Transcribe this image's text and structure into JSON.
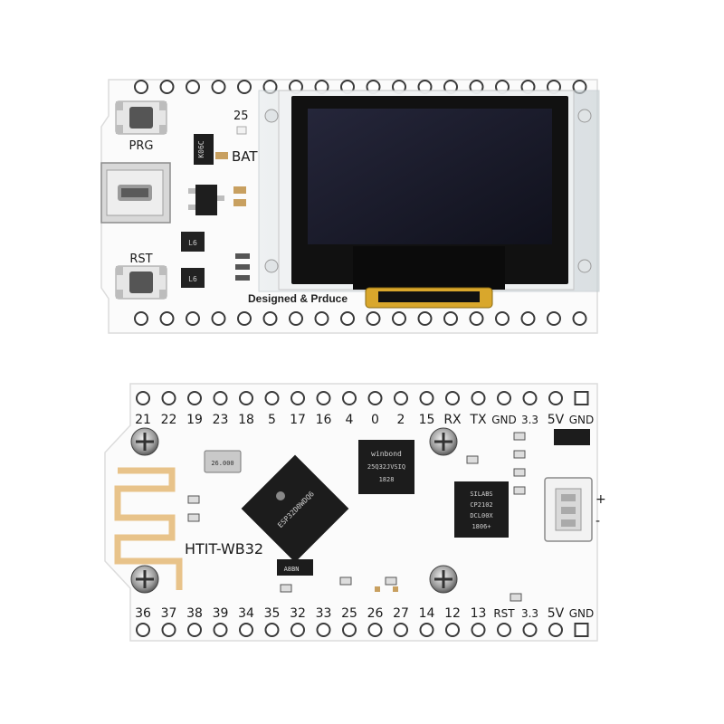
{
  "top_board": {
    "prg_label": "PRG",
    "rst_label": "RST",
    "led_label": "25",
    "bat_label": "BAT",
    "credit_text": "Designed & Prduce",
    "chip_marking": "K06C",
    "inductor_marking_1": "L6",
    "inductor_marking_2": "L6"
  },
  "bottom_board": {
    "top_pins": [
      "21",
      "22",
      "19",
      "23",
      "18",
      "5",
      "17",
      "16",
      "4",
      "0",
      "2",
      "15",
      "RX",
      "TX",
      "GND",
      "3.3",
      "5V",
      "GND"
    ],
    "bottom_pins": [
      "36",
      "37",
      "38",
      "39",
      "34",
      "35",
      "32",
      "33",
      "25",
      "26",
      "27",
      "14",
      "12",
      "13",
      "RST",
      "3.3",
      "5V",
      "GND"
    ],
    "model_label": "HTIT-WB32",
    "crystal_marking": "26.000",
    "flash_chip": [
      "winbond",
      "25Q32JVSIQ",
      "1828"
    ],
    "usb_chip": [
      "SILABS",
      "CP2102",
      "DCL00X",
      "1806+"
    ],
    "esp_chip": [
      "ESP32D0WDQ6"
    ],
    "small_part_marking": "A8BN",
    "plus_sign": "+",
    "minus_sign": "-"
  }
}
